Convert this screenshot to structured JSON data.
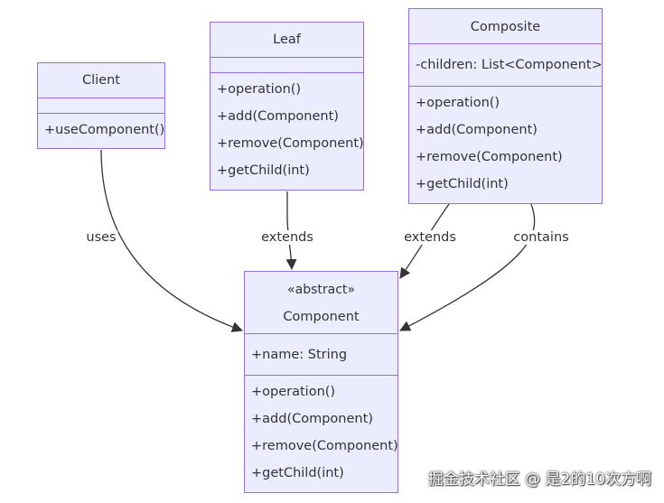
{
  "classes": {
    "client": {
      "name": "Client",
      "attributes": [],
      "methods": [
        "+useComponent()"
      ]
    },
    "leaf": {
      "name": "Leaf",
      "attributes": [],
      "methods": [
        "+operation()",
        "+add(Component)",
        "+remove(Component)",
        "+getChild(int)"
      ]
    },
    "composite": {
      "name": "Composite",
      "attributes": [
        "-children: List<Component>"
      ],
      "methods": [
        "+operation()",
        "+add(Component)",
        "+remove(Component)",
        "+getChild(int)"
      ]
    },
    "component": {
      "stereotype": "«abstract»",
      "name": "Component",
      "attributes": [
        "+name: String"
      ],
      "methods": [
        "+operation()",
        "+add(Component)",
        "+remove(Component)",
        "+getChild(int)"
      ]
    }
  },
  "edges": [
    {
      "from": "Client",
      "to": "Component",
      "label": "uses"
    },
    {
      "from": "Leaf",
      "to": "Component",
      "label": "extends"
    },
    {
      "from": "Composite",
      "to": "Component",
      "label": "extends"
    },
    {
      "from": "Composite",
      "to": "Component",
      "label": "contains"
    }
  ],
  "watermark": "掘金技术社区 @ 是2的10次方啊",
  "colors": {
    "class_fill": "#ECECFF",
    "class_border": "#9370DB",
    "edge": "#333333"
  }
}
